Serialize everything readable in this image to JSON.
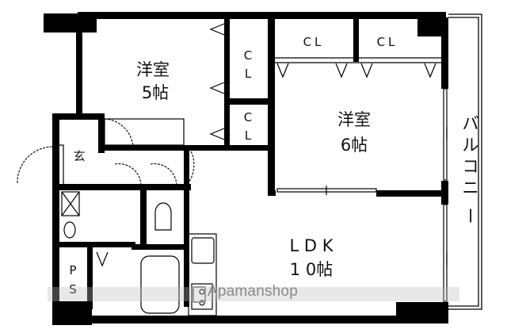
{
  "plan": {
    "rooms": {
      "western_room_5": {
        "name": "洋室",
        "size": "5帖"
      },
      "western_room_6": {
        "name": "洋室",
        "size": "6帖"
      },
      "ldk": {
        "name": "L D K",
        "size": "1 0帖"
      },
      "balcony": {
        "name": "バルコニー",
        "chars": [
          "バ",
          "ル",
          "コ",
          "ニ",
          "ー"
        ]
      },
      "entrance": {
        "name": "玄"
      },
      "pipe_space": {
        "chars": [
          "P",
          "S"
        ]
      }
    },
    "closets": {
      "cl_top_left": {
        "chars": [
          "C",
          "L"
        ]
      },
      "cl_mid_left": {
        "chars": [
          "C",
          "L"
        ]
      },
      "cl_top_1": {
        "name": "CL"
      },
      "cl_top_2": {
        "name": "CL"
      }
    }
  },
  "watermark": {
    "text": "Apamanshop"
  },
  "colors": {
    "wall": "#000000",
    "background": "#ffffff",
    "watermark": "#8a8a8a"
  }
}
